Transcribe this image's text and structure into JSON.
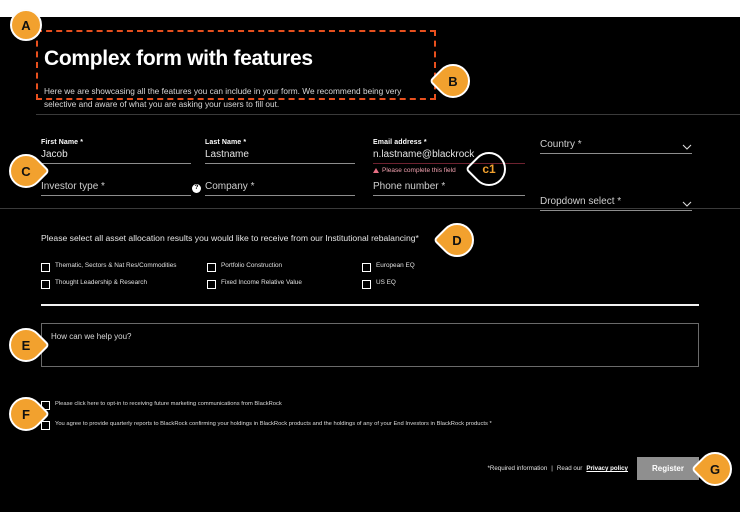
{
  "page": {
    "background": "#ffffff",
    "panel_background": "#000000",
    "accent": "#f2a12e",
    "dashed_outline_color": "#e8501e",
    "error_color": "#e86f84"
  },
  "hero": {
    "title": "Complex form with features",
    "subtitle": "Here we are showcasing all the features you can include in your form. We recommend being very selective and aware of what you are asking your users to fill out."
  },
  "form": {
    "fields": [
      {
        "label": "First Name *",
        "value": "Jacob",
        "placeholder": "",
        "type": "text",
        "name": "first-name"
      },
      {
        "label": "Last Name *",
        "value": "Lastname",
        "placeholder": "",
        "type": "text",
        "name": "last-name"
      },
      {
        "label": "Email address *",
        "value": "n.lastname@blackrock",
        "placeholder": "",
        "type": "email",
        "name": "email-address",
        "error": "Please complete this field"
      },
      {
        "label": "",
        "value": "Country *",
        "placeholder": "Country *",
        "type": "select",
        "name": "country"
      },
      {
        "label": "",
        "value": "Investor type *",
        "placeholder": "Investor type *",
        "type": "text",
        "name": "investor-type"
      },
      {
        "label": "",
        "value": "Company *",
        "placeholder": "Company *",
        "type": "text",
        "name": "company",
        "help": "?"
      },
      {
        "label": "",
        "value": "Phone number *",
        "placeholder": "Phone number *",
        "type": "text",
        "name": "phone-number"
      },
      {
        "label": "",
        "value": "Dropdown select *",
        "placeholder": "Dropdown select *",
        "type": "select",
        "name": "dropdown-select"
      }
    ],
    "error_icon": "warning-triangle-icon",
    "help_icon_glyph": "?"
  },
  "allocation": {
    "question": "Please select all asset allocation results you would like to receive from our Institutional rebalancing*",
    "options_col1": [
      "Thematic, Sectors & Nat Res/Commodities",
      "Thought Leadership & Research"
    ],
    "options_col2": [
      "Portfolio Construction",
      "Fixed Income Relative Value"
    ],
    "options_col3": [
      "European EQ",
      "US EQ"
    ]
  },
  "message": {
    "placeholder": "How can we help you?"
  },
  "consent": {
    "items": [
      "Please click here to opt-in to receiving future marketing communications from BlackRock",
      "You agree to provide quarterly reports to BlackRock confirming your holdings in BlackRock products and the holdings of any of your End Investors in BlackRock products *"
    ]
  },
  "footer": {
    "required_note": "*Required information",
    "separator": "|",
    "read_our": "Read our",
    "privacy_link": "Privacy policy",
    "submit_label": "Register"
  },
  "annotations": [
    {
      "id": "A",
      "shape": "circle"
    },
    {
      "id": "B",
      "shape": "teardrop-left"
    },
    {
      "id": "C",
      "shape": "teardrop-right"
    },
    {
      "id": "c1",
      "shape": "teardrop-left-outline"
    },
    {
      "id": "D",
      "shape": "teardrop-left"
    },
    {
      "id": "E",
      "shape": "teardrop-right"
    },
    {
      "id": "F",
      "shape": "teardrop-right"
    },
    {
      "id": "G",
      "shape": "teardrop-left"
    }
  ]
}
